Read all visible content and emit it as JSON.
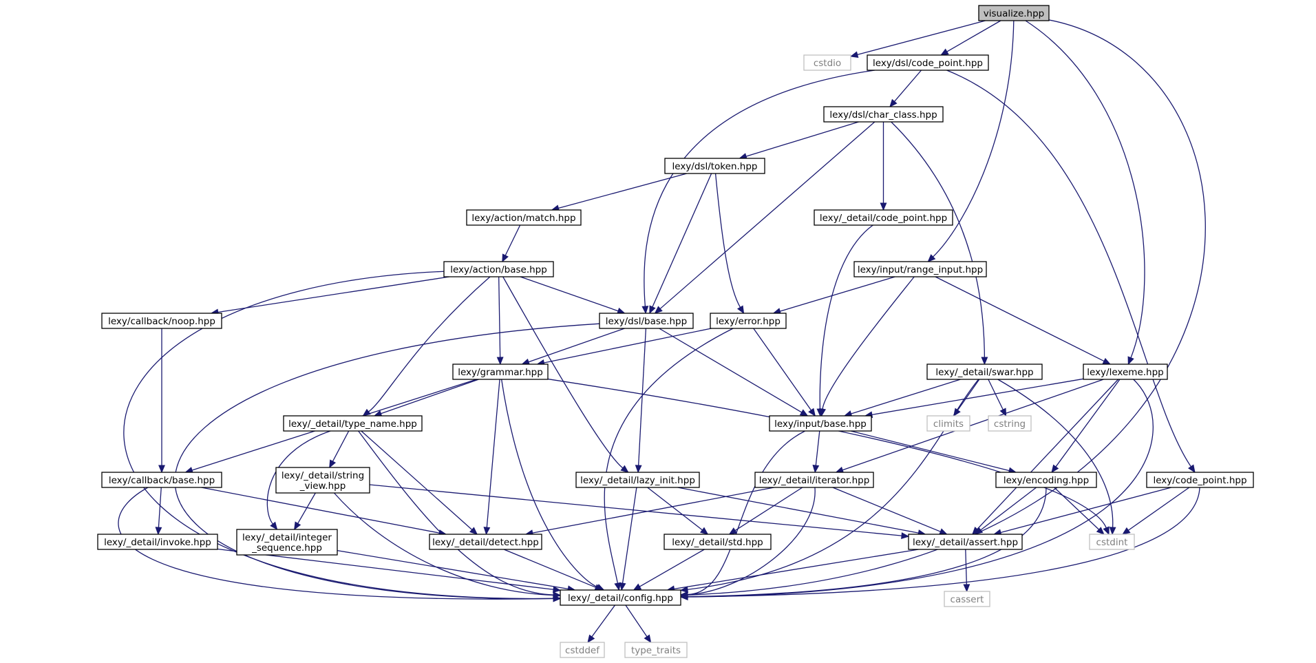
{
  "diagram": {
    "nodes": [
      {
        "id": "visualize",
        "lines": [
          "visualize.hpp"
        ],
        "kind": "focus"
      },
      {
        "id": "cstdio",
        "lines": [
          "cstdio"
        ],
        "kind": "external"
      },
      {
        "id": "dsl_code_point",
        "lines": [
          "lexy/dsl/code_point.hpp"
        ],
        "kind": "header"
      },
      {
        "id": "dsl_char_class",
        "lines": [
          "lexy/dsl/char_class.hpp"
        ],
        "kind": "header"
      },
      {
        "id": "dsl_token",
        "lines": [
          "lexy/dsl/token.hpp"
        ],
        "kind": "header"
      },
      {
        "id": "detail_code_point",
        "lines": [
          "lexy/_detail/code_point.hpp"
        ],
        "kind": "header"
      },
      {
        "id": "action_match",
        "lines": [
          "lexy/action/match.hpp"
        ],
        "kind": "header"
      },
      {
        "id": "action_base",
        "lines": [
          "lexy/action/base.hpp"
        ],
        "kind": "header"
      },
      {
        "id": "input_range_input",
        "lines": [
          "lexy/input/range_input.hpp"
        ],
        "kind": "header"
      },
      {
        "id": "callback_noop",
        "lines": [
          "lexy/callback/noop.hpp"
        ],
        "kind": "header"
      },
      {
        "id": "dsl_base",
        "lines": [
          "lexy/dsl/base.hpp"
        ],
        "kind": "header"
      },
      {
        "id": "error",
        "lines": [
          "lexy/error.hpp"
        ],
        "kind": "header"
      },
      {
        "id": "grammar",
        "lines": [
          "lexy/grammar.hpp"
        ],
        "kind": "header"
      },
      {
        "id": "detail_swar",
        "lines": [
          "lexy/_detail/swar.hpp"
        ],
        "kind": "header"
      },
      {
        "id": "lexeme",
        "lines": [
          "lexy/lexeme.hpp"
        ],
        "kind": "header"
      },
      {
        "id": "detail_type_name",
        "lines": [
          "lexy/_detail/type_name.hpp"
        ],
        "kind": "header"
      },
      {
        "id": "input_base",
        "lines": [
          "lexy/input/base.hpp"
        ],
        "kind": "header"
      },
      {
        "id": "climits",
        "lines": [
          "climits"
        ],
        "kind": "external"
      },
      {
        "id": "cstring",
        "lines": [
          "cstring"
        ],
        "kind": "external"
      },
      {
        "id": "callback_base",
        "lines": [
          "lexy/callback/base.hpp"
        ],
        "kind": "header"
      },
      {
        "id": "detail_string_view",
        "lines": [
          "lexy/_detail/string",
          "_view.hpp"
        ],
        "kind": "header"
      },
      {
        "id": "detail_lazy_init",
        "lines": [
          "lexy/_detail/lazy_init.hpp"
        ],
        "kind": "header"
      },
      {
        "id": "detail_iterator",
        "lines": [
          "lexy/_detail/iterator.hpp"
        ],
        "kind": "header"
      },
      {
        "id": "encoding",
        "lines": [
          "lexy/encoding.hpp"
        ],
        "kind": "header"
      },
      {
        "id": "code_point",
        "lines": [
          "lexy/code_point.hpp"
        ],
        "kind": "header"
      },
      {
        "id": "detail_invoke",
        "lines": [
          "lexy/_detail/invoke.hpp"
        ],
        "kind": "header"
      },
      {
        "id": "detail_integer_sequence",
        "lines": [
          "lexy/_detail/integer",
          "_sequence.hpp"
        ],
        "kind": "header"
      },
      {
        "id": "detail_detect",
        "lines": [
          "lexy/_detail/detect.hpp"
        ],
        "kind": "header"
      },
      {
        "id": "detail_std",
        "lines": [
          "lexy/_detail/std.hpp"
        ],
        "kind": "header"
      },
      {
        "id": "detail_assert",
        "lines": [
          "lexy/_detail/assert.hpp"
        ],
        "kind": "header"
      },
      {
        "id": "cstdint",
        "lines": [
          "cstdint"
        ],
        "kind": "external"
      },
      {
        "id": "detail_config",
        "lines": [
          "lexy/_detail/config.hpp"
        ],
        "kind": "header"
      },
      {
        "id": "cassert",
        "lines": [
          "cassert"
        ],
        "kind": "external"
      },
      {
        "id": "cstddef",
        "lines": [
          "cstddef"
        ],
        "kind": "external"
      },
      {
        "id": "type_traits",
        "lines": [
          "type_traits"
        ],
        "kind": "external"
      }
    ],
    "edges": [
      [
        "visualize",
        "cstdio"
      ],
      [
        "visualize",
        "dsl_code_point"
      ],
      [
        "visualize",
        "input_range_input"
      ],
      [
        "visualize",
        "lexeme"
      ],
      [
        "visualize",
        "detail_config"
      ],
      [
        "dsl_code_point",
        "dsl_base"
      ],
      [
        "dsl_code_point",
        "dsl_char_class"
      ],
      [
        "dsl_code_point",
        "code_point"
      ],
      [
        "dsl_char_class",
        "dsl_token"
      ],
      [
        "dsl_char_class",
        "dsl_base"
      ],
      [
        "dsl_char_class",
        "detail_code_point"
      ],
      [
        "dsl_char_class",
        "detail_swar"
      ],
      [
        "dsl_token",
        "action_match"
      ],
      [
        "dsl_token",
        "dsl_base"
      ],
      [
        "dsl_token",
        "error"
      ],
      [
        "action_match",
        "action_base"
      ],
      [
        "detail_code_point",
        "input_base"
      ],
      [
        "action_base",
        "detail_config"
      ],
      [
        "action_base",
        "callback_noop"
      ],
      [
        "action_base",
        "dsl_base"
      ],
      [
        "action_base",
        "grammar"
      ],
      [
        "action_base",
        "detail_type_name"
      ],
      [
        "action_base",
        "detail_lazy_init"
      ],
      [
        "input_range_input",
        "error"
      ],
      [
        "input_range_input",
        "input_base"
      ],
      [
        "input_range_input",
        "lexeme"
      ],
      [
        "callback_noop",
        "callback_base"
      ],
      [
        "dsl_base",
        "detail_config"
      ],
      [
        "dsl_base",
        "grammar"
      ],
      [
        "dsl_base",
        "detail_lazy_init"
      ],
      [
        "dsl_base",
        "input_base"
      ],
      [
        "error",
        "grammar"
      ],
      [
        "error",
        "detail_config"
      ],
      [
        "error",
        "input_base"
      ],
      [
        "grammar",
        "callback_base"
      ],
      [
        "grammar",
        "detail_type_name"
      ],
      [
        "grammar",
        "detail_detect"
      ],
      [
        "grammar",
        "detail_config"
      ],
      [
        "grammar",
        "cstdint"
      ],
      [
        "detail_swar",
        "input_base"
      ],
      [
        "detail_swar",
        "climits"
      ],
      [
        "detail_swar",
        "cstring"
      ],
      [
        "detail_swar",
        "cstdint"
      ],
      [
        "detail_swar",
        "detail_config"
      ],
      [
        "lexeme",
        "input_base"
      ],
      [
        "lexeme",
        "detail_iterator"
      ],
      [
        "lexeme",
        "encoding"
      ],
      [
        "lexeme",
        "detail_assert"
      ],
      [
        "lexeme",
        "detail_config"
      ],
      [
        "detail_type_name",
        "detail_string_view"
      ],
      [
        "detail_type_name",
        "detail_integer_sequence"
      ],
      [
        "detail_type_name",
        "detail_detect"
      ],
      [
        "detail_type_name",
        "detail_config"
      ],
      [
        "input_base",
        "detail_iterator"
      ],
      [
        "input_base",
        "encoding"
      ],
      [
        "input_base",
        "detail_config"
      ],
      [
        "callback_base",
        "detail_invoke"
      ],
      [
        "callback_base",
        "detail_detect"
      ],
      [
        "callback_base",
        "detail_config"
      ],
      [
        "detail_string_view",
        "detail_integer_sequence"
      ],
      [
        "detail_string_view",
        "detail_assert"
      ],
      [
        "detail_string_view",
        "detail_config"
      ],
      [
        "detail_lazy_init",
        "detail_std"
      ],
      [
        "detail_lazy_init",
        "detail_assert"
      ],
      [
        "detail_lazy_init",
        "detail_config"
      ],
      [
        "detail_iterator",
        "detail_detect"
      ],
      [
        "detail_iterator",
        "detail_std"
      ],
      [
        "detail_iterator",
        "detail_assert"
      ],
      [
        "detail_iterator",
        "detail_config"
      ],
      [
        "encoding",
        "detail_assert"
      ],
      [
        "encoding",
        "cstdint"
      ],
      [
        "encoding",
        "detail_config"
      ],
      [
        "code_point",
        "detail_assert"
      ],
      [
        "code_point",
        "cstdint"
      ],
      [
        "code_point",
        "detail_config"
      ],
      [
        "detail_invoke",
        "detail_config"
      ],
      [
        "detail_integer_sequence",
        "detail_config"
      ],
      [
        "detail_detect",
        "detail_config"
      ],
      [
        "detail_std",
        "detail_config"
      ],
      [
        "detail_assert",
        "detail_config"
      ],
      [
        "detail_assert",
        "cassert"
      ],
      [
        "detail_config",
        "cstddef"
      ],
      [
        "detail_config",
        "type_traits"
      ]
    ]
  }
}
